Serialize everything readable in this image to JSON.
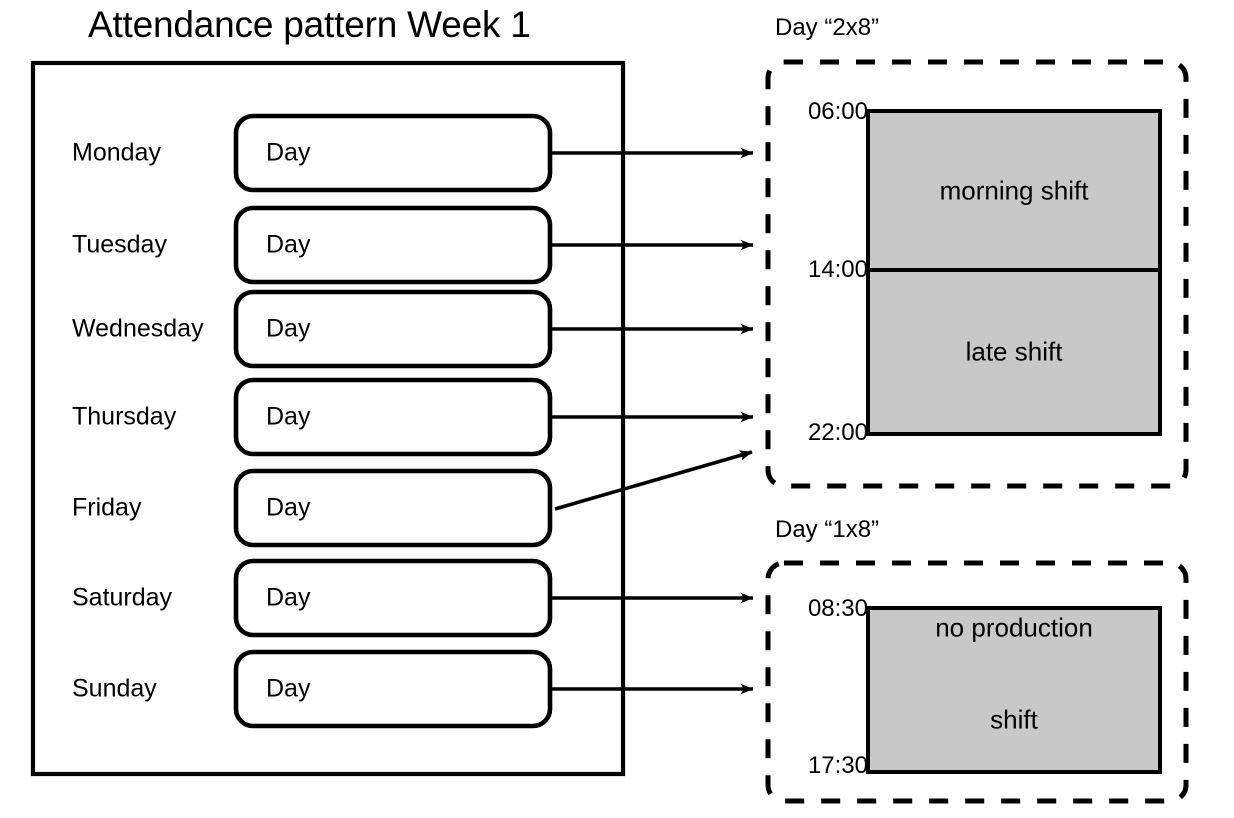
{
  "diagram": {
    "title": "Attendance pattern Week 1",
    "type": "attendance-pattern-shift-mapping"
  },
  "week_panel": {
    "day_box_label": "Day",
    "rows": [
      {
        "day": "Monday",
        "pattern": "Day",
        "maps_to": "2x8"
      },
      {
        "day": "Tuesday",
        "pattern": "Day",
        "maps_to": "2x8"
      },
      {
        "day": "Wednesday",
        "pattern": "Day",
        "maps_to": "2x8"
      },
      {
        "day": "Thursday",
        "pattern": "Day",
        "maps_to": "2x8"
      },
      {
        "day": "Friday",
        "pattern": "Day",
        "maps_to": "2x8"
      },
      {
        "day": "Saturday",
        "pattern": "Day",
        "maps_to": "1x8"
      },
      {
        "day": "Sunday",
        "pattern": "Day",
        "maps_to": "1x8"
      }
    ]
  },
  "day_models": [
    {
      "title": "Day “2x8”",
      "times": [
        "06:00",
        "14:00",
        "22:00"
      ],
      "shifts": [
        {
          "label": "morning shift",
          "start": "06:00",
          "end": "14:00"
        },
        {
          "label": "late shift",
          "start": "14:00",
          "end": "22:00"
        }
      ]
    },
    {
      "title": "Day “1x8”",
      "times": [
        "08:30",
        "17:30"
      ],
      "shifts": [
        {
          "label": "no production\nshift",
          "label_line1": "no production",
          "label_line2": "shift",
          "start": "08:30",
          "end": "17:30"
        }
      ]
    }
  ],
  "colors": {
    "stroke": "#000000",
    "shift_fill": "#c8c8c8",
    "background": "#ffffff"
  }
}
